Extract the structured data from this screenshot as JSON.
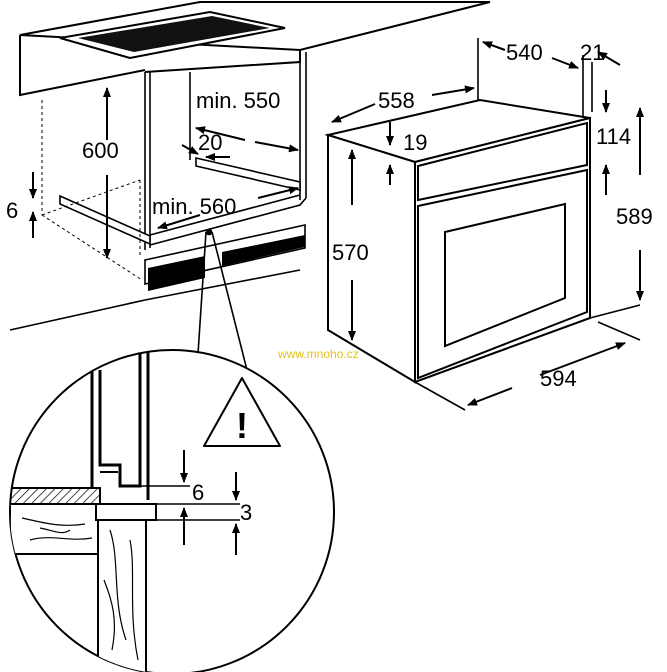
{
  "dimensions": {
    "cabinet_height": "600",
    "min_depth": "min. 550",
    "gap_20": "20",
    "min_width": "min. 560",
    "shelf_6": "6",
    "oven_558": "558",
    "oven_540": "540",
    "oven_21": "21",
    "oven_19": "19",
    "oven_114": "114",
    "oven_570": "570",
    "oven_589": "589",
    "oven_594": "594",
    "detail_6": "6",
    "detail_3": "3"
  },
  "warning_symbol": "!",
  "watermark": "www.mnoho.cz",
  "colors": {
    "line": "#000000",
    "background": "#ffffff",
    "watermark": "#e6c21a"
  }
}
